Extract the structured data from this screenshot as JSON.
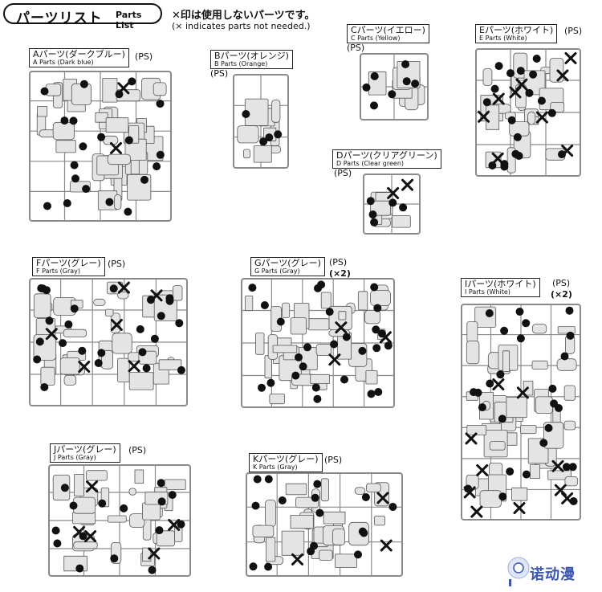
{
  "header": {
    "title_jp": "パーツリスト",
    "title_en": "Parts List",
    "note_jp": "✕印は使用しないパーツです。",
    "note_en": "(× indicates parts not needed.)"
  },
  "ps_label": "(PS)",
  "runners": [
    {
      "id": "A",
      "label_jp": "Aパーツ(ダークブルー)",
      "label_en": "A Parts (Dark blue)",
      "ps": "(PS)",
      "mult": ""
    },
    {
      "id": "B",
      "label_jp": "Bパーツ(オレンジ)",
      "label_en": "B Parts (Orange)",
      "ps": "(PS)",
      "mult": ""
    },
    {
      "id": "C",
      "label_jp": "Cパーツ(イエロー)",
      "label_en": "C Parts (Yellow)",
      "ps": "(PS)",
      "mult": ""
    },
    {
      "id": "D",
      "label_jp": "Dパーツ(クリアグリーン)",
      "label_en": "D Parts (Clear green)",
      "ps": "(PS)",
      "mult": ""
    },
    {
      "id": "E",
      "label_jp": "Eパーツ(ホワイト)",
      "label_en": "E Parts (White)",
      "ps": "(PS)",
      "mult": ""
    },
    {
      "id": "F",
      "label_jp": "Fパーツ(グレー)",
      "label_en": "F Parts (Gray)",
      "ps": "(PS)",
      "mult": ""
    },
    {
      "id": "G",
      "label_jp": "Gパーツ(グレー)",
      "label_en": "G Parts (Gray)",
      "ps": "(PS)",
      "mult": "(×2)"
    },
    {
      "id": "I",
      "label_jp": "Iパーツ(ホワイト)",
      "label_en": "I Parts (White)",
      "ps": "(PS)",
      "mult": "(×2)"
    },
    {
      "id": "J",
      "label_jp": "Jパーツ(グレー)",
      "label_en": "J Parts (Gray)",
      "ps": "(PS)",
      "mult": ""
    },
    {
      "id": "K",
      "label_jp": "Kパーツ(グレー)",
      "label_en": "K Parts (Gray)",
      "ps": "(PS)",
      "mult": ""
    }
  ],
  "watermark": {
    "text": "诺动漫"
  },
  "colors": {
    "ink": "#111111",
    "runner": "#8a8a8a",
    "part_fill": "#e4e4e4",
    "badge": "#111111",
    "watermark": "#3b56b5"
  }
}
